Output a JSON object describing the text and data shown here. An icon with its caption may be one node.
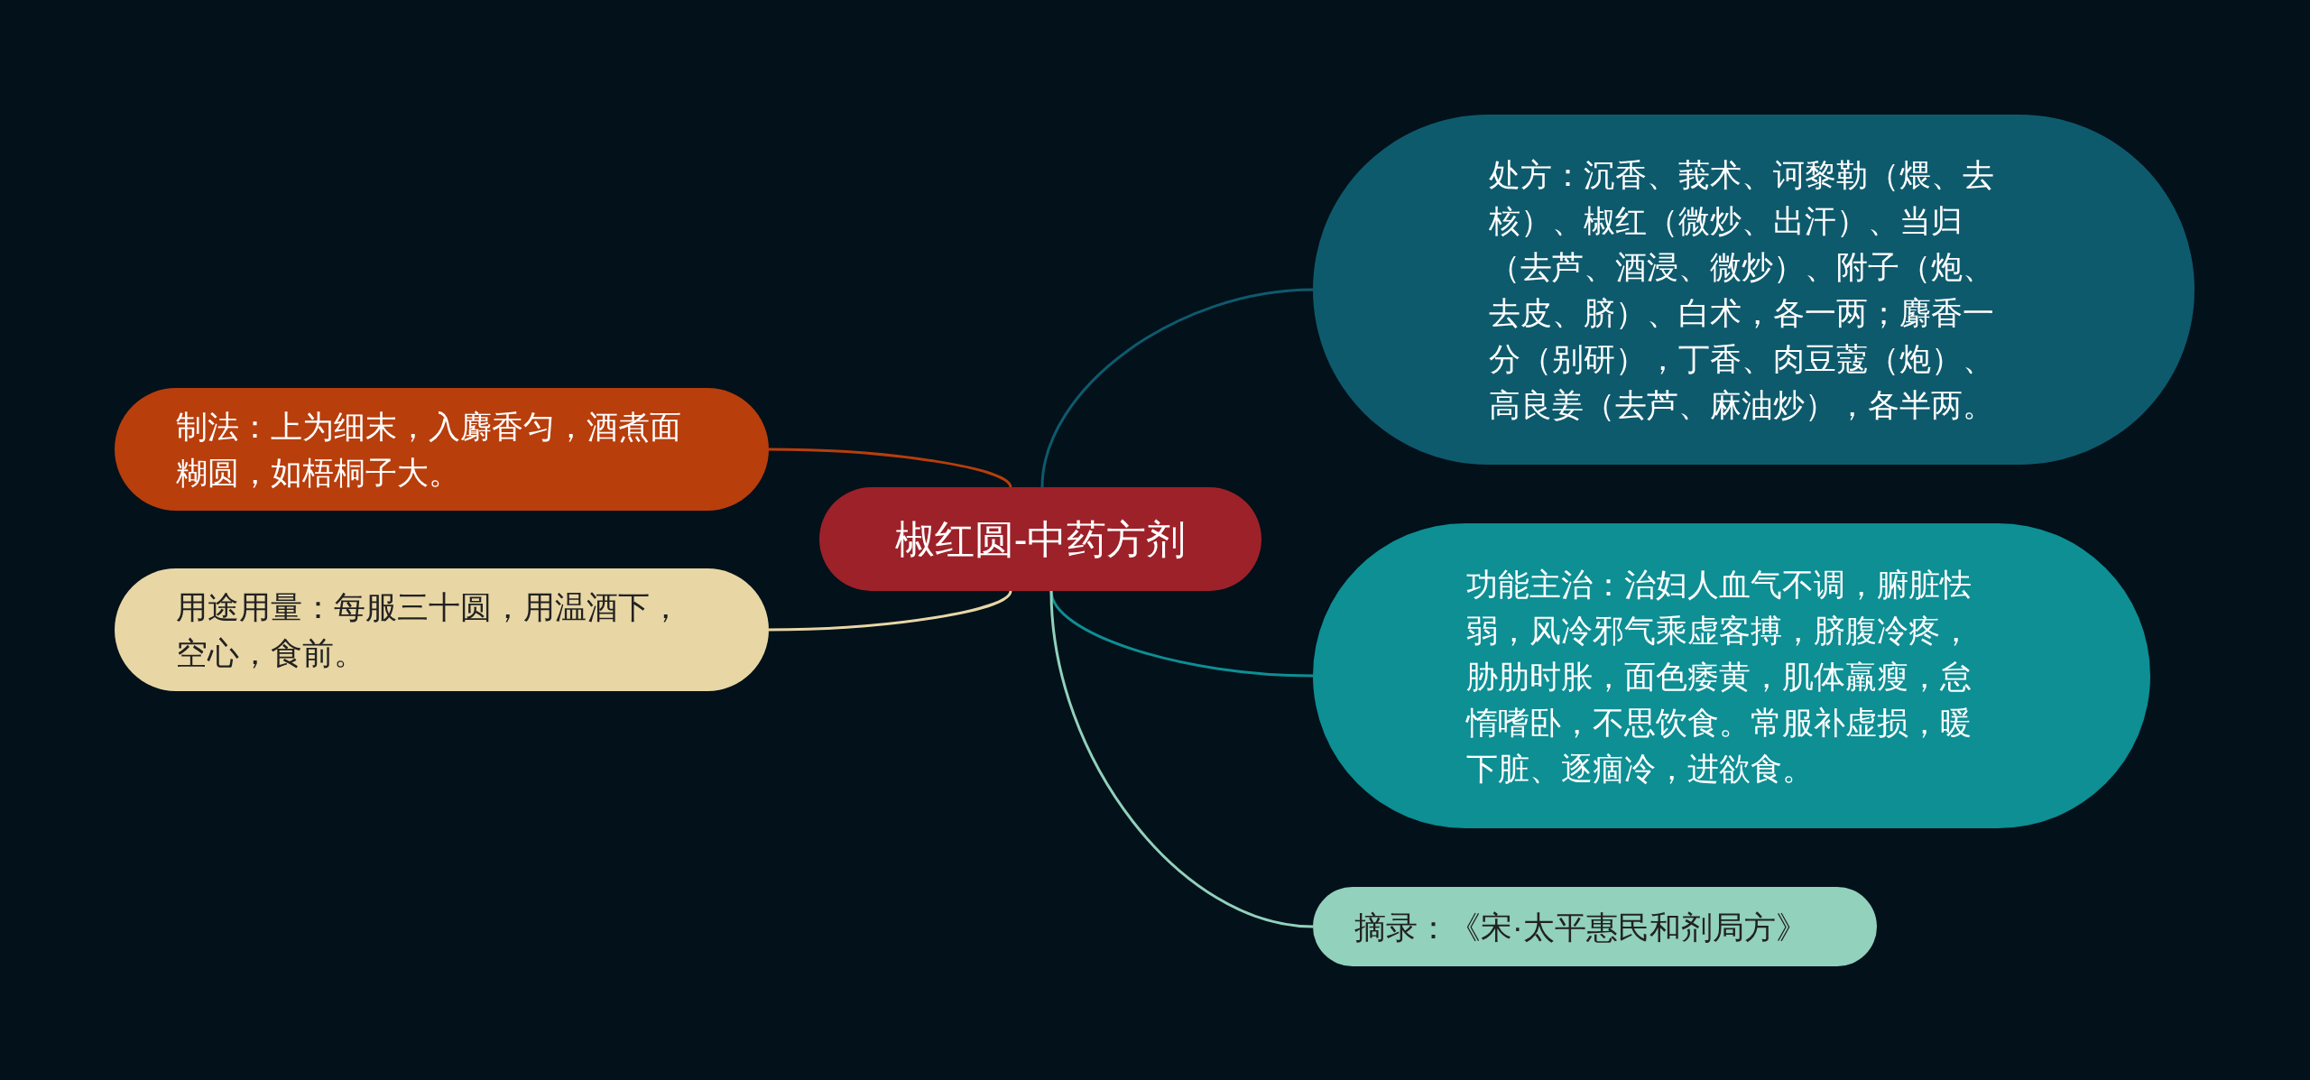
{
  "diagram": {
    "nodes": [
      {
        "text": [
          "椒红圆-中药方剂"
        ]
      },
      {
        "text": [
          "制法：上为细末，入麝香匀，酒煮面糊圆，如梧桐子大。"
        ]
      },
      {
        "text": [
          "用途用量：每服三十圆，用温酒下，空心，食前。"
        ]
      },
      {
        "text": [
          "处方：沉香、莪术、诃黎勒（煨、去核）、椒红（微炒、出汗）、当归（去芦、酒浸、微炒）、附子（炮、去皮、脐）、白术，各一两；麝香一分（别研），丁香、肉豆蔻（炮）、高良姜（去芦、麻油炒），各半两。"
        ]
      },
      {
        "text": [
          "功能主治：治妇人血气不调，腑脏怯弱，风冷邪气乘虚客搏，脐腹冷疼，胁肋时胀，面色痿黄，肌体羸瘦，怠惰嗜卧，不思饮食。常服补虚损，暖下脏、逐痼冷，进欲食。"
        ]
      },
      {
        "text": [
          "摘录：《宋·太平惠民和剂局方》"
        ]
      }
    ],
    "edges": [
      {
        "from": 0,
        "to": 1,
        "arrow": "none",
        "color": "#b83e0c"
      },
      {
        "from": 0,
        "to": 2,
        "arrow": "none",
        "color": "#e8d7a5"
      },
      {
        "from": 0,
        "to": 3,
        "arrow": "none",
        "color": "#0e5a6d"
      },
      {
        "from": 0,
        "to": 4,
        "arrow": "none",
        "color": "#0d8f94"
      },
      {
        "from": 0,
        "to": 5,
        "arrow": "none",
        "color": "#92d1bc"
      }
    ]
  }
}
